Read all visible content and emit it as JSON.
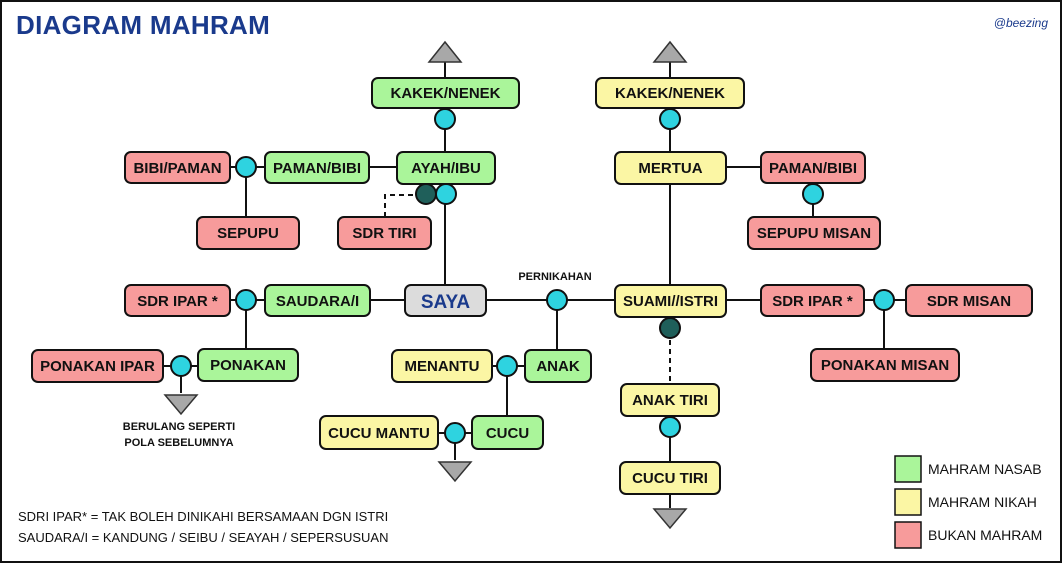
{
  "title": "DIAGRAM MAHRAM",
  "handle": "@beezing",
  "colors": {
    "nasab": "#aaf59a",
    "nikah": "#fbf6a4",
    "bukan": "#f79b9b",
    "self": "#dcdcdc",
    "dot": "#2ed3e0",
    "dot_dark": "#1f5f5a",
    "arrow": "#a8a8a8",
    "title": "#1a3a8c"
  },
  "nodes": {
    "kakek_nenek_left": "KAKEK/NENEK",
    "kakek_nenek_right": "KAKEK/NENEK",
    "bibi_paman": "BIBI/PAMAN",
    "paman_bibi_left": "PAMAN/BIBI",
    "ayah_ibu": "AYAH/IBU",
    "mertua": "MERTUA",
    "paman_bibi_right": "PAMAN/BIBI",
    "sepupu": "SEPUPU",
    "sdr_tiri": "SDR TIRI",
    "sepupu_misan": "SEPUPU MISAN",
    "sdr_ipar_left": "SDR IPAR *",
    "saudara": "SAUDARA/I",
    "saya": "SAYA",
    "suami_istri": "SUAMI//ISTRI",
    "sdr_ipar_right": "SDR IPAR *",
    "sdr_misan": "SDR MISAN",
    "ponakan_ipar": "PONAKAN IPAR",
    "ponakan": "PONAKAN",
    "menantu": "MENANTU",
    "anak": "ANAK",
    "ponakan_misan": "PONAKAN MISAN",
    "anak_tiri": "ANAK TIRI",
    "cucu_mantu": "CUCU MANTU",
    "cucu": "CUCU",
    "cucu_tiri": "CUCU TIRI"
  },
  "labels": {
    "pernikahan": "PERNIKAHAN",
    "berulang_line1": "BERULANG SEPERTI",
    "berulang_line2": "POLA SEBELUMNYA"
  },
  "legend": [
    {
      "label": "MAHRAM NASAB",
      "color": "#aaf59a"
    },
    {
      "label": "MAHRAM NIKAH",
      "color": "#fbf6a4"
    },
    {
      "label": "BUKAN MAHRAM",
      "color": "#f79b9b"
    }
  ],
  "notes": [
    "SDRI IPAR* = TAK BOLEH DINIKAHI BERSAMAAN DGN ISTRI",
    "SAUDARA/I = KANDUNG / SEIBU / SEAYAH / SEPERSUSUAN"
  ]
}
